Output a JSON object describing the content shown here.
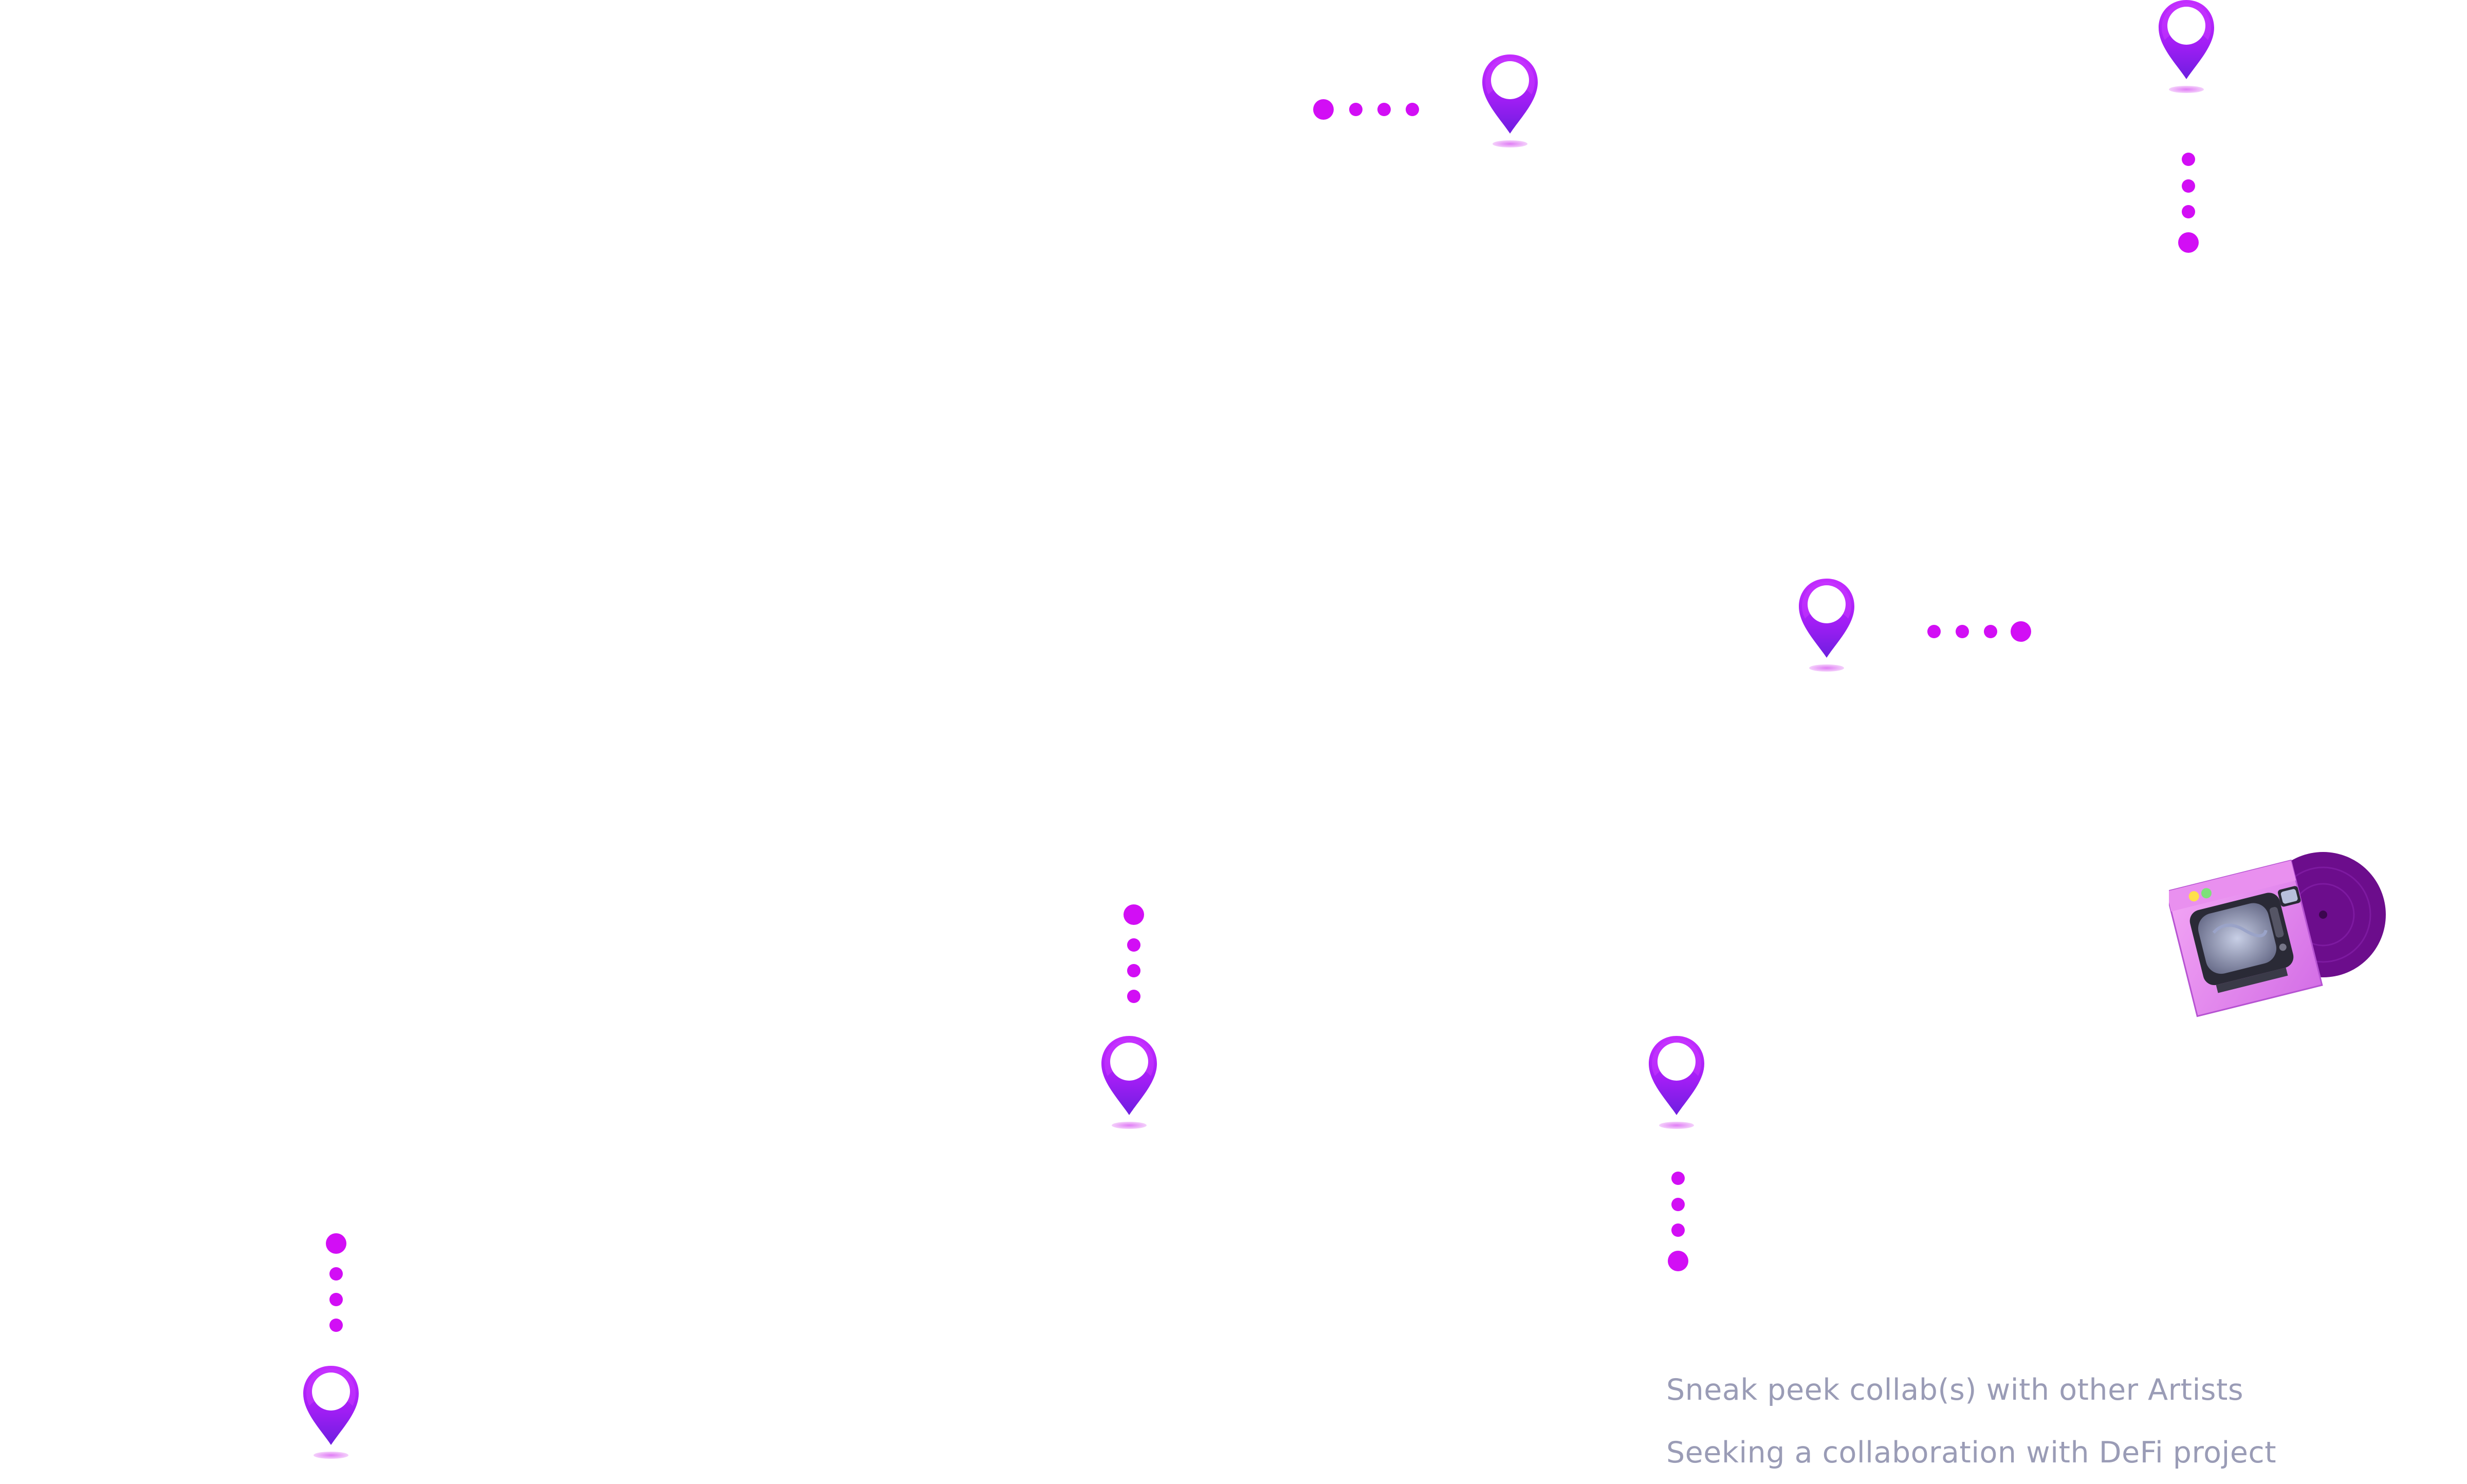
{
  "colors": {
    "accent": "#d20ef5",
    "pin_top": "#b420ff",
    "pin_bottom": "#7a1ee8",
    "text_muted": "#9a9cb6",
    "vinyl": "#6c0d8c"
  },
  "icons": {
    "milestone_marker": "location-pin-icon",
    "connector": "dotted-connector",
    "artwork": "retro-tv-vinyl-album-art"
  },
  "roadmap": {
    "items": [
      {
        "label": "Sneak peek collab(s) with other Artists"
      },
      {
        "label": "Seeking a collaboration with DeFi project"
      }
    ]
  }
}
